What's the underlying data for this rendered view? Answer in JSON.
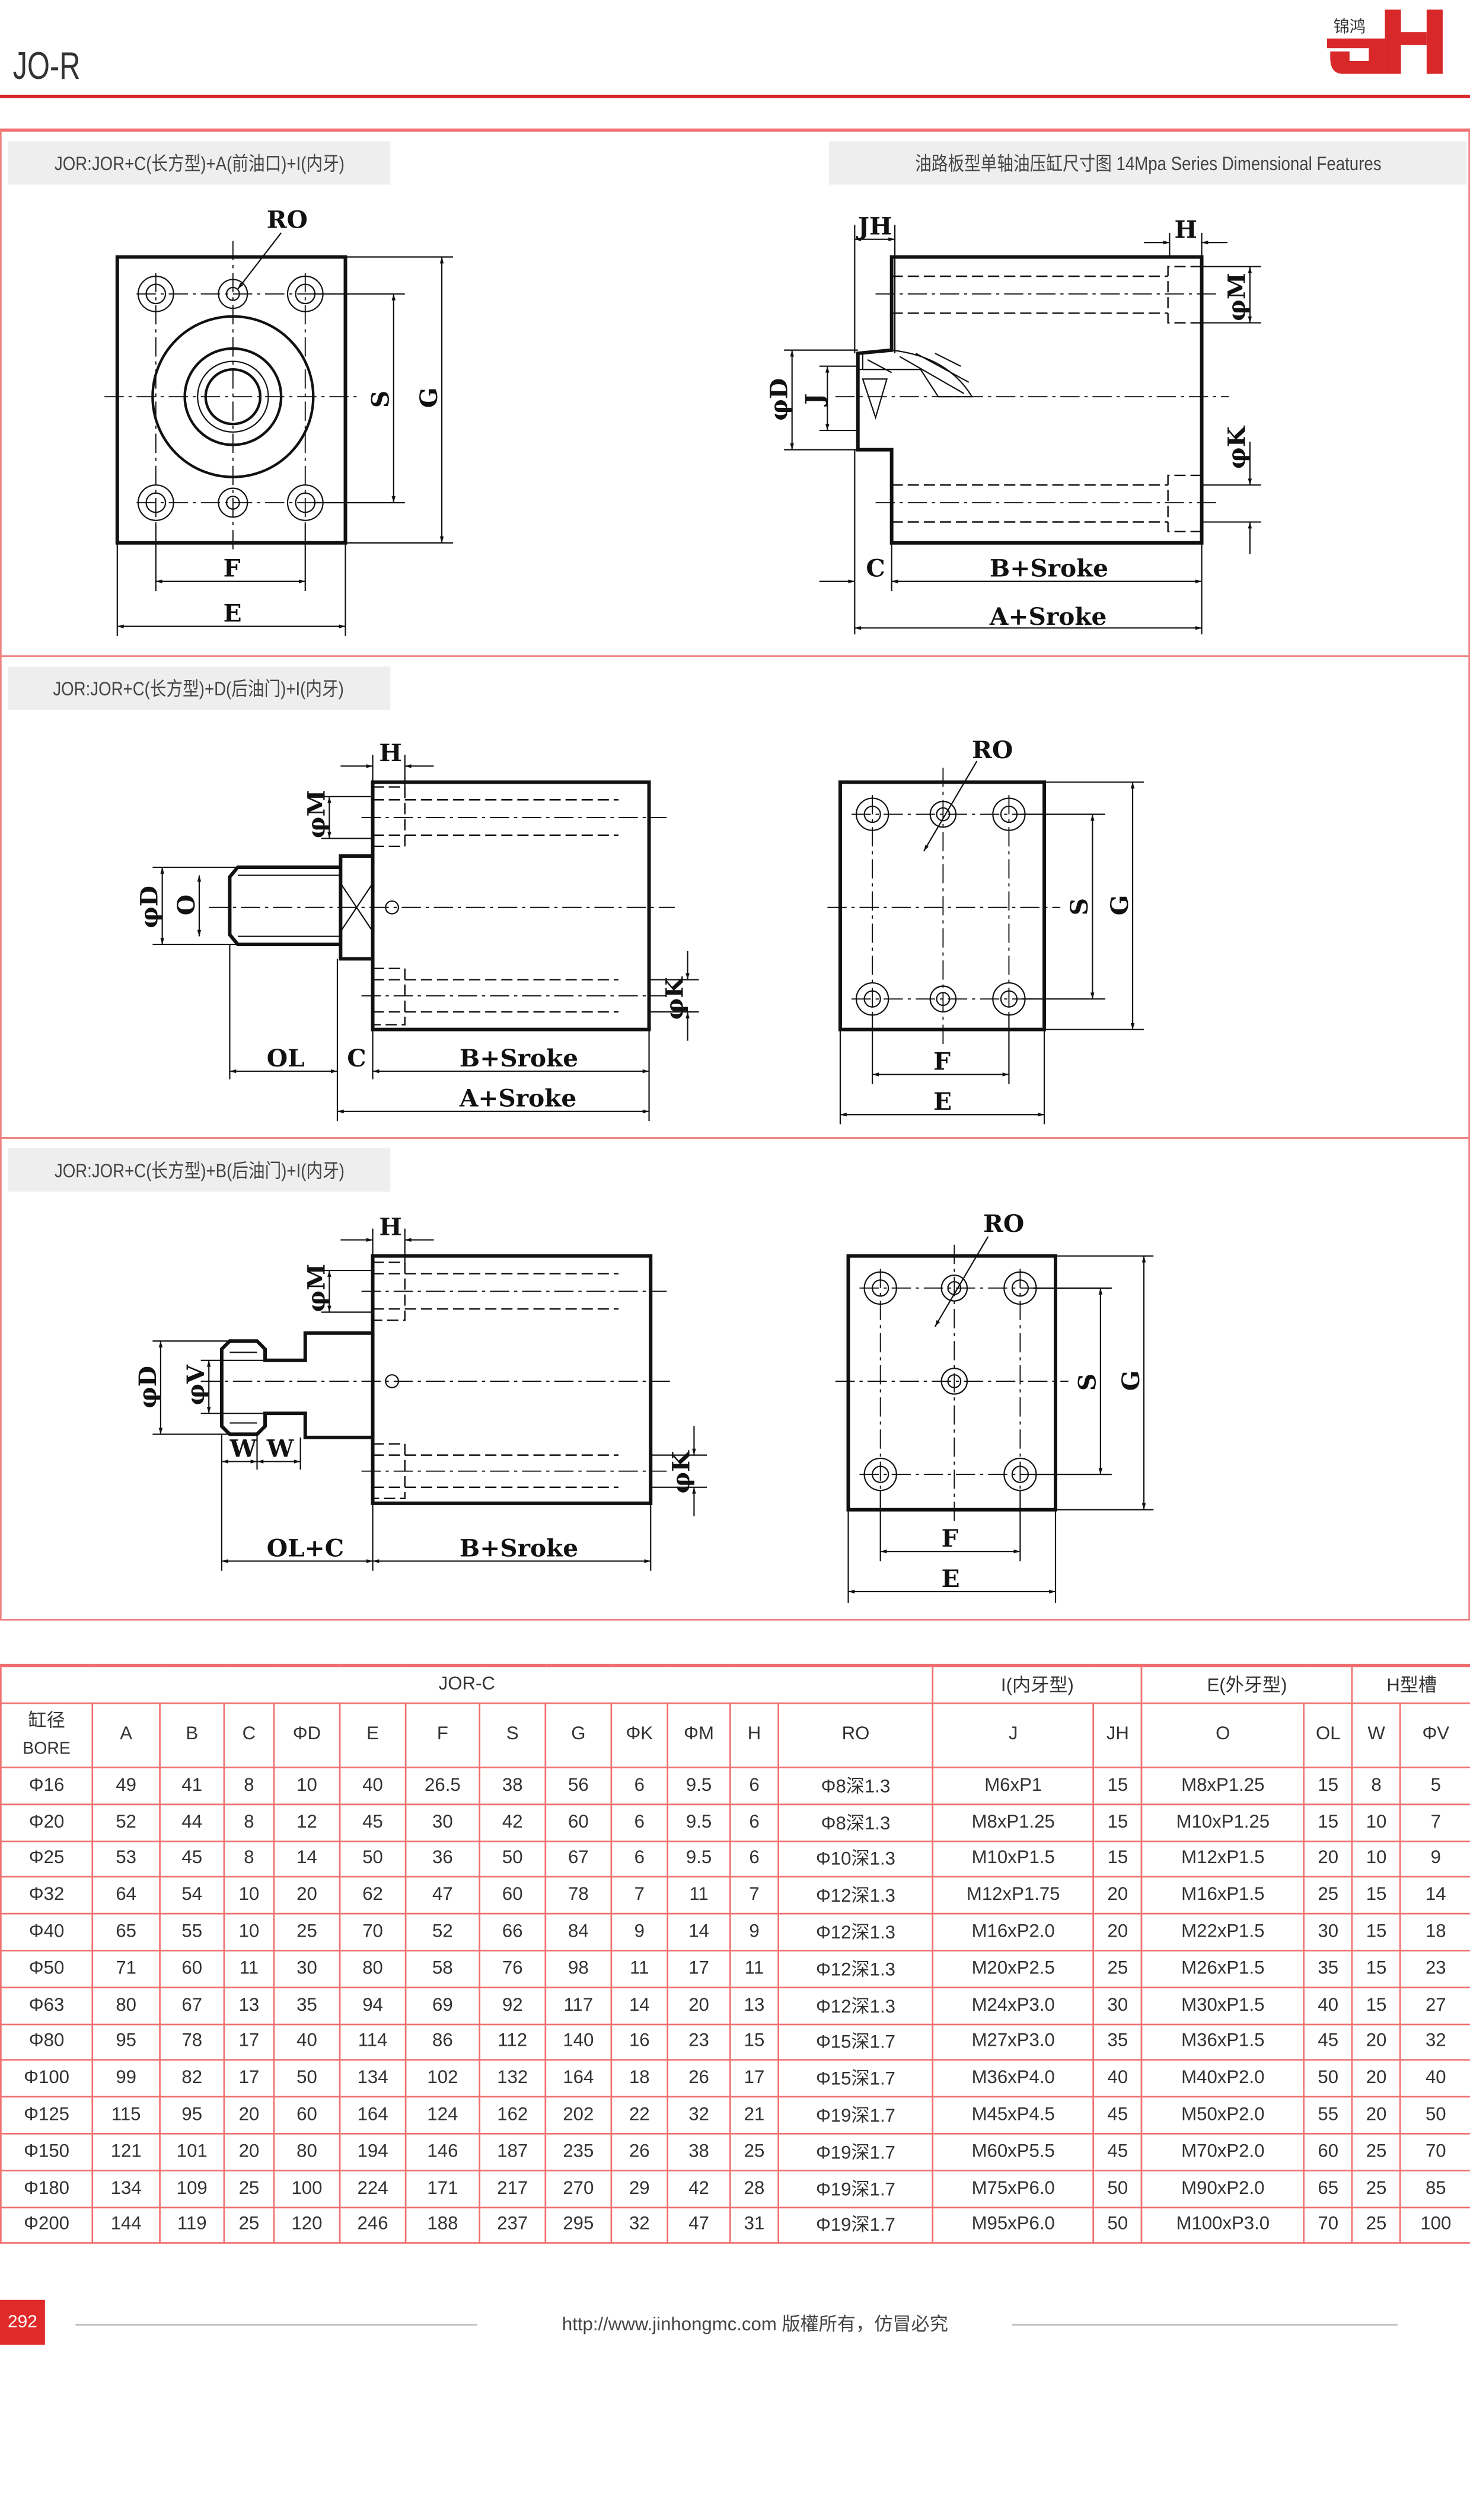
{
  "header": {
    "title": "JO-R",
    "logo_text": "锦鸿",
    "logo_letters": "JH",
    "accent_color": "#d8282a"
  },
  "panels": [
    {
      "label": "JOR:JOR+C(长方型)+A(前油口)+I(内牙)",
      "heading": "油路板型单轴油压缸尺寸图 14Mpa Series Dimensional Features"
    },
    {
      "label": "JOR:JOR+C(长方型)+D(后油门)+I(内牙)"
    },
    {
      "label": "JOR:JOR+C(长方型)+B(后油门)+I(内牙)"
    }
  ],
  "drawing_labels": {
    "RO": "RO",
    "S": "S",
    "G": "G",
    "F": "F",
    "E": "E",
    "JH": "JH",
    "H": "H",
    "M": "φM",
    "D": "φD",
    "J": "J",
    "K": "φK",
    "C": "C",
    "BS": "B+Sroke",
    "AS": "A+Sroke",
    "O": "O",
    "OL": "OL",
    "V": "φV",
    "W": "W",
    "OLC": "OL+C"
  },
  "table": {
    "group_headers": [
      {
        "label": "JOR-C",
        "span": 13
      },
      {
        "label": "I(内牙型)",
        "span": 2
      },
      {
        "label": "E(外牙型)",
        "span": 2
      },
      {
        "label": "H型槽",
        "span": 2
      }
    ],
    "bore_header": [
      "缸径",
      "BORE"
    ],
    "columns": [
      "A",
      "B",
      "C",
      "ΦD",
      "E",
      "F",
      "S",
      "G",
      "ΦK",
      "ΦM",
      "H",
      "RO",
      "J",
      "JH",
      "O",
      "OL",
      "W",
      "ΦV"
    ],
    "rows": [
      [
        "Φ16",
        "49",
        "41",
        "8",
        "10",
        "40",
        "26.5",
        "38",
        "56",
        "6",
        "9.5",
        "6",
        "Φ8深1.3",
        "M6xP1",
        "15",
        "M8xP1.25",
        "15",
        "8",
        "5"
      ],
      [
        "Φ20",
        "52",
        "44",
        "8",
        "12",
        "45",
        "30",
        "42",
        "60",
        "6",
        "9.5",
        "6",
        "Φ8深1.3",
        "M8xP1.25",
        "15",
        "M10xP1.25",
        "15",
        "10",
        "7"
      ],
      [
        "Φ25",
        "53",
        "45",
        "8",
        "14",
        "50",
        "36",
        "50",
        "67",
        "6",
        "9.5",
        "6",
        "Φ10深1.3",
        "M10xP1.5",
        "15",
        "M12xP1.5",
        "20",
        "10",
        "9"
      ],
      [
        "Φ32",
        "64",
        "54",
        "10",
        "20",
        "62",
        "47",
        "60",
        "78",
        "7",
        "11",
        "7",
        "Φ12深1.3",
        "M12xP1.75",
        "20",
        "M16xP1.5",
        "25",
        "15",
        "14"
      ],
      [
        "Φ40",
        "65",
        "55",
        "10",
        "25",
        "70",
        "52",
        "66",
        "84",
        "9",
        "14",
        "9",
        "Φ12深1.3",
        "M16xP2.0",
        "20",
        "M22xP1.5",
        "30",
        "15",
        "18"
      ],
      [
        "Φ50",
        "71",
        "60",
        "11",
        "30",
        "80",
        "58",
        "76",
        "98",
        "11",
        "17",
        "11",
        "Φ12深1.3",
        "M20xP2.5",
        "25",
        "M26xP1.5",
        "35",
        "15",
        "23"
      ],
      [
        "Φ63",
        "80",
        "67",
        "13",
        "35",
        "94",
        "69",
        "92",
        "117",
        "14",
        "20",
        "13",
        "Φ12深1.3",
        "M24xP3.0",
        "30",
        "M30xP1.5",
        "40",
        "15",
        "27"
      ],
      [
        "Φ80",
        "95",
        "78",
        "17",
        "40",
        "114",
        "86",
        "112",
        "140",
        "16",
        "23",
        "15",
        "Φ15深1.7",
        "M27xP3.0",
        "35",
        "M36xP1.5",
        "45",
        "20",
        "32"
      ],
      [
        "Φ100",
        "99",
        "82",
        "17",
        "50",
        "134",
        "102",
        "132",
        "164",
        "18",
        "26",
        "17",
        "Φ15深1.7",
        "M36xP4.0",
        "40",
        "M40xP2.0",
        "50",
        "20",
        "40"
      ],
      [
        "Φ125",
        "115",
        "95",
        "20",
        "60",
        "164",
        "124",
        "162",
        "202",
        "22",
        "32",
        "21",
        "Φ19深1.7",
        "M45xP4.5",
        "45",
        "M50xP2.0",
        "55",
        "20",
        "50"
      ],
      [
        "Φ150",
        "121",
        "101",
        "20",
        "80",
        "194",
        "146",
        "187",
        "235",
        "26",
        "38",
        "25",
        "Φ19深1.7",
        "M60xP5.5",
        "45",
        "M70xP2.0",
        "60",
        "25",
        "70"
      ],
      [
        "Φ180",
        "134",
        "109",
        "25",
        "100",
        "224",
        "171",
        "217",
        "270",
        "29",
        "42",
        "28",
        "Φ19深1.7",
        "M75xP6.0",
        "50",
        "M90xP2.0",
        "65",
        "25",
        "85"
      ],
      [
        "Φ200",
        "144",
        "119",
        "25",
        "120",
        "246",
        "188",
        "237",
        "295",
        "32",
        "47",
        "31",
        "Φ19深1.7",
        "M95xP6.0",
        "50",
        "M100xP3.0",
        "70",
        "25",
        "100"
      ]
    ]
  },
  "footer": {
    "page_number": "292",
    "text": "http://www.jinhongmc.com 版權所有，仿冒必究"
  }
}
